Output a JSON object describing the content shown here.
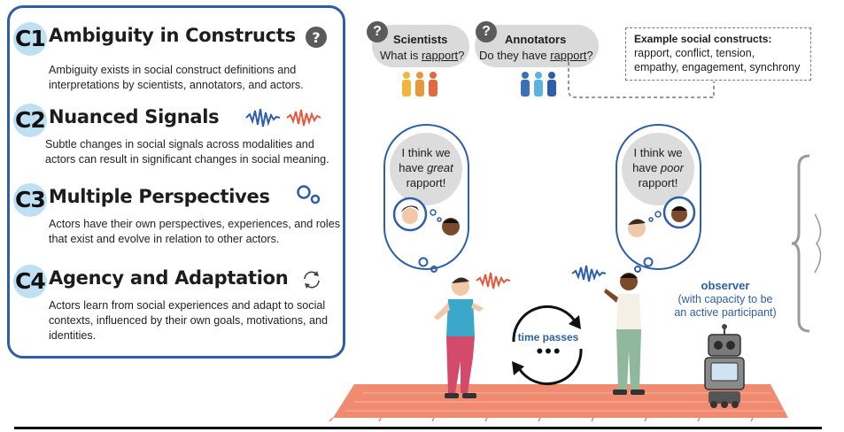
{
  "challenges": [
    {
      "badge": "C1",
      "title": "Ambiguity in Constructs",
      "description": "Ambiguity exists in social construct definitions and interpretations by scientists, annotators, and actors.",
      "icon": "question-icon"
    },
    {
      "badge": "C2",
      "title": "Nuanced Signals",
      "description": "Subtle changes in social signals across modalities and actors can result in significant changes in social meaning.",
      "icon": "waveform-icon"
    },
    {
      "badge": "C3",
      "title": "Multiple Perspectives",
      "description": "Actors have their own perspectives, experiences, and roles that exist and evolve in relation to other actors.",
      "icon": "thought-dots-icon"
    },
    {
      "badge": "C4",
      "title": "Agency and Adaptation",
      "description": "Actors learn from social experiences and adapt to social contexts, influenced by their own goals, motivations, and identities.",
      "icon": "cycle-arrows-icon"
    }
  ],
  "scientists": {
    "title": "Scientists",
    "question_prefix": "What is ",
    "question_term": "rapport",
    "question_suffix": "?"
  },
  "annotators": {
    "title": "Annotators",
    "question_prefix": "Do they have ",
    "question_term": "rapport",
    "question_suffix": "?"
  },
  "question_mark": "?",
  "examples": {
    "title": "Example social constructs:",
    "text": "rapport, conflict, tension, empathy, engagement, synchrony"
  },
  "thought_left": {
    "line1": "I think we",
    "line2_prefix": "have ",
    "line2_em": "great",
    "line3": "rapport!"
  },
  "thought_right": {
    "line1": "I think we",
    "line2_prefix": "have ",
    "line2_em": "poor",
    "line3": "rapport!"
  },
  "observer": {
    "title": "observer",
    "line2": "(with capacity to be",
    "line3": "an active participant)"
  },
  "time": {
    "label": "time passes",
    "dots": "•••"
  },
  "colors": {
    "panel_border": "#2f5ea9",
    "badge_bg": "#bfe0f3",
    "bubble_grey": "#dadada",
    "scientist_people": [
      "#f2b63a",
      "#e8983b",
      "#e06a3f"
    ],
    "annotator_people": [
      "#3b6fb6",
      "#5bb3e0",
      "#2f5ea9"
    ],
    "wave_blue": "#2f5ea9",
    "wave_red": "#e05a3f",
    "rug": "#f08a70",
    "label_blue": "#2f5ea9"
  }
}
